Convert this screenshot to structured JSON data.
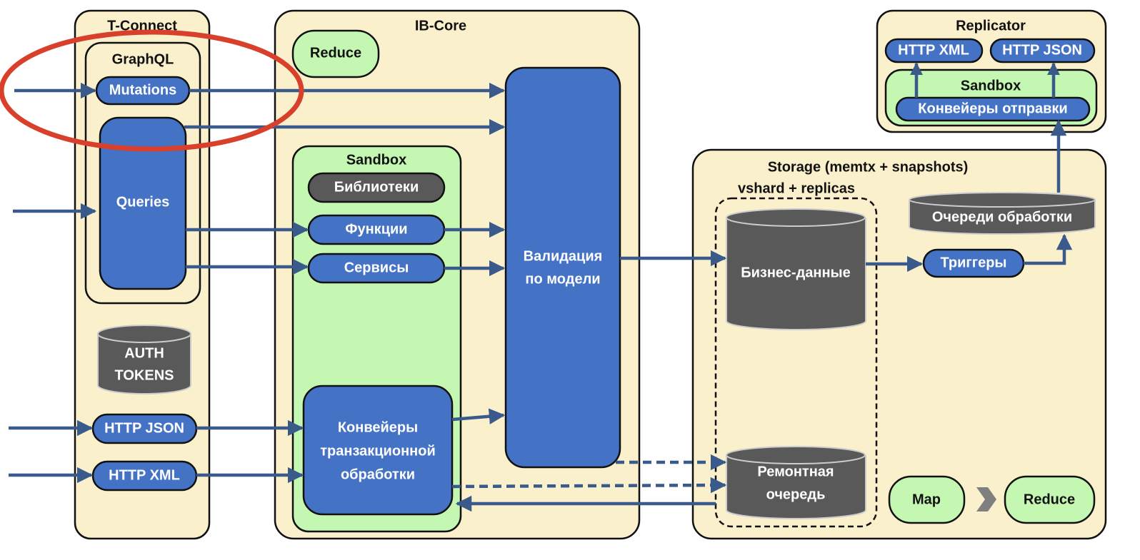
{
  "colors": {
    "container": "#fbf0cc",
    "sandbox": "#c4f7b2",
    "component": "#4472c4",
    "storage": "#595959",
    "arrow": "#3b5a8c",
    "highlight": "#d9402b"
  },
  "tconnect": {
    "title": "T-Connect",
    "graphql": {
      "title": "GraphQL",
      "mutations": "Mutations",
      "queries": "Queries"
    },
    "auth": [
      "AUTH",
      "TOKENS"
    ],
    "http_json": "HTTP JSON",
    "http_xml": "HTTP XML"
  },
  "ibcore": {
    "title": "IB-Core",
    "reduce": "Reduce",
    "sandbox": {
      "title": "Sandbox",
      "libraries": "Библиотеки",
      "functions": "Функции",
      "services": "Сервисы",
      "pipelines": [
        "Конвейеры",
        "транзакционной",
        "обработки"
      ]
    },
    "validation": [
      "Валидация",
      "по модели"
    ]
  },
  "storage": {
    "title": "Storage (memtx + snapshots)",
    "vshard": "vshard + replicas",
    "business": "Бизнес-данные",
    "repair": [
      "Ремонтная",
      "очередь"
    ],
    "queues": "Очереди обработки",
    "triggers": "Триггеры",
    "map": "Map",
    "reduce": "Reduce"
  },
  "replicator": {
    "title": "Replicator",
    "http_xml": "HTTP XML",
    "http_json": "HTTP JSON",
    "sandbox": "Sandbox",
    "send_pipelines": "Конвейеры отправки"
  }
}
